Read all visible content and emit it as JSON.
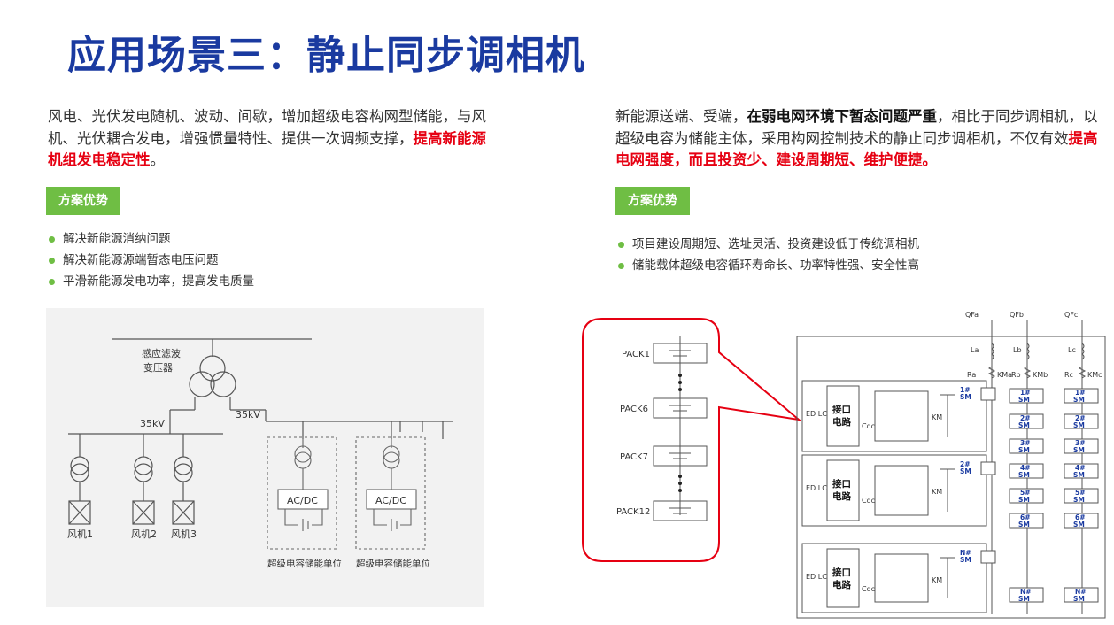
{
  "title": "应用场景三：静止同步调相机",
  "left": {
    "para_plain": "风电、光伏发电随机、波动、间歇，增加超级电容构网型储能，与风机、光伏耦合发电，增强惯量特性、提供一次调频支撑，",
    "para_red": "提高新能源机组发电稳定性",
    "para_end": "。",
    "badge": "方案优势",
    "bullets": [
      "解决新能源消纳问题",
      "解决新能源源端暂态电压问题",
      "平滑新能源发电功率，提高发电质量"
    ],
    "diagram": {
      "transformer_label_1": "感应滤波",
      "transformer_label_2": "变压器",
      "voltage_left": "35kV",
      "voltage_right": "35kV",
      "fans": [
        "风机1",
        "风机2",
        "风机3"
      ],
      "converter": "AC/DC",
      "storage_units": [
        "超级电容储能单位",
        "超级电容储能单位"
      ]
    }
  },
  "right": {
    "para_plain_1": "新能源送端、受端，",
    "para_bold": "在弱电网环境下暂态问题严重",
    "para_plain_2": "，相比于同步调相机，以超级电容为储能主体，采用构网控制技术的静止同步调相机，不仅有效",
    "para_red": "提高电网强度，而且投资少、建设周期短、维护便捷。",
    "badge": "方案优势",
    "bullets": [
      "项目建设周期短、选址灵活、投资建设低于传统调相机",
      "储能载体超级电容循环寿命长、功率特性强、安全性高"
    ],
    "diagram": {
      "packs": [
        "PACK1",
        "PACK6",
        "PACK7",
        "PACK12"
      ],
      "qf": [
        "QFa",
        "QFb",
        "QFc"
      ],
      "l": [
        "La",
        "Lb",
        "Lc"
      ],
      "r": [
        "Ra",
        "Rb",
        "Rc"
      ],
      "km": [
        "KMa",
        "KMb",
        "KMc"
      ],
      "edlc": "ED\nLC",
      "interface_1": "接口",
      "interface_2": "电路",
      "cdc": "Cdc",
      "km_inner": "KM",
      "sm_labels": [
        "1#",
        "2#",
        "3#",
        "4#",
        "5#",
        "6#",
        "N#"
      ],
      "sm_inner": [
        "1#",
        "2#",
        "N#"
      ],
      "sm": "SM"
    }
  }
}
